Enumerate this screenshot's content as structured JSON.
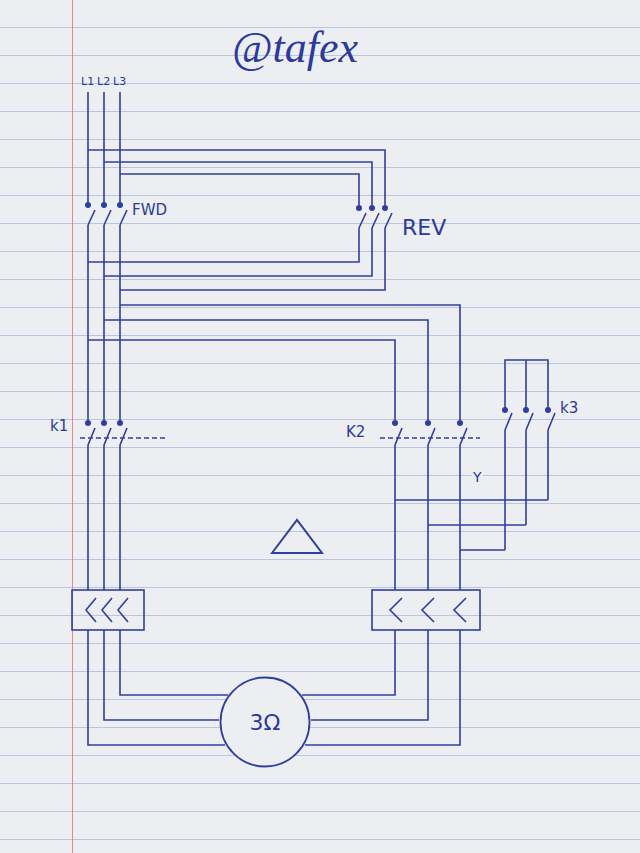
{
  "diagram": {
    "nodes": [
      {
        "text": [
          "3Ω"
        ]
      }
    ],
    "labels": [
      "@tafex",
      "L1",
      "L2",
      "L3",
      "FWD",
      "REV",
      "k1",
      "K2",
      "Y",
      "k3"
    ]
  }
}
